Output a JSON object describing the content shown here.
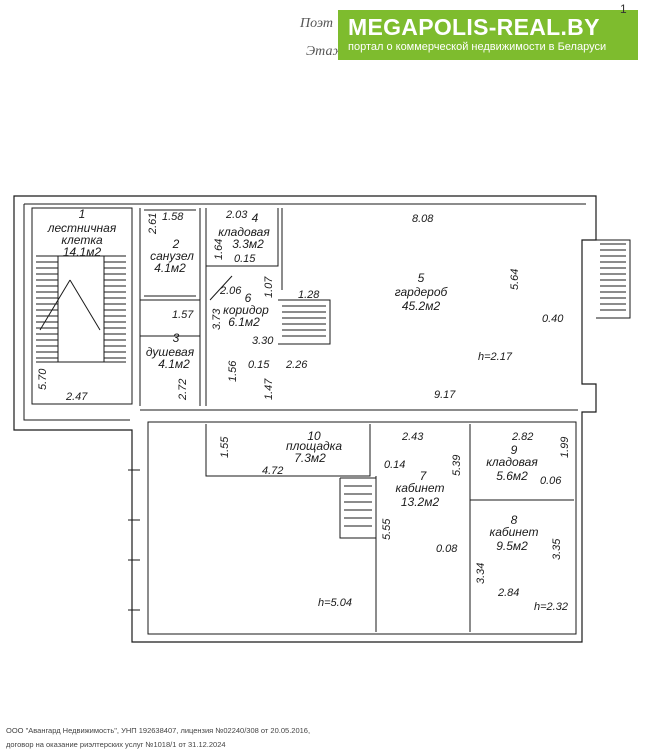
{
  "header": {
    "line1": "Поэт",
    "line2": "Этаж 2"
  },
  "banner": {
    "brand": "MEGAPOLIS-REAL.BY",
    "tagline": "портал о коммерческой недвижимости в Беларуси",
    "corner": "1",
    "color": "#7ebc2e"
  },
  "rooms": [
    {
      "num": "1",
      "lines": [
        "лестничная",
        "клетка",
        "14.1м2"
      ]
    },
    {
      "num": "2",
      "lines": [
        "санузел",
        "4.1м2"
      ]
    },
    {
      "num": "3",
      "lines": [
        "душевая",
        "4.1м2"
      ]
    },
    {
      "num": "4",
      "lines": [
        "кладовая",
        "3.3м2"
      ]
    },
    {
      "num": "5",
      "lines": [
        "гардероб",
        "45.2м2"
      ]
    },
    {
      "num": "6",
      "lines": [
        "коридор",
        "6.1м2"
      ]
    },
    {
      "num": "7",
      "lines": [
        "кабинет",
        "13.2м2"
      ]
    },
    {
      "num": "8",
      "lines": [
        "кабинет",
        "9.5м2"
      ]
    },
    {
      "num": "9",
      "lines": [
        "кладовая",
        "5.6м2"
      ]
    },
    {
      "num": "10",
      "lines": [
        "площадка",
        "7.3м2"
      ]
    }
  ],
  "dimensions": [
    "5.70",
    "2.47",
    "1.58",
    "2.61",
    "2.03",
    "1.64",
    "0.15",
    "2.06",
    "1.07",
    "1.57",
    "3.73",
    "3.30",
    "1.28",
    "2.72",
    "1.56",
    "0.15",
    "2.26",
    "1.47",
    "8.08",
    "5.64",
    "0.40",
    "9.17",
    "1.55",
    "4.72",
    "2.43",
    "0.14",
    "5.39",
    "2.82",
    "1.99",
    "0.06",
    "5.55",
    "0.08",
    "3.34",
    "3.35",
    "2.84"
  ],
  "heights": [
    "h=2.17",
    "h=5.04",
    "h=2.32"
  ],
  "footer": {
    "line1": "ООО \"Авангард Недвижимость\", УНП 192638407, лицензия №02240/308 от 20.05.2016,",
    "line2": "договор на оказание риэлтерских услуг №1018/1 от 31.12.2024"
  }
}
